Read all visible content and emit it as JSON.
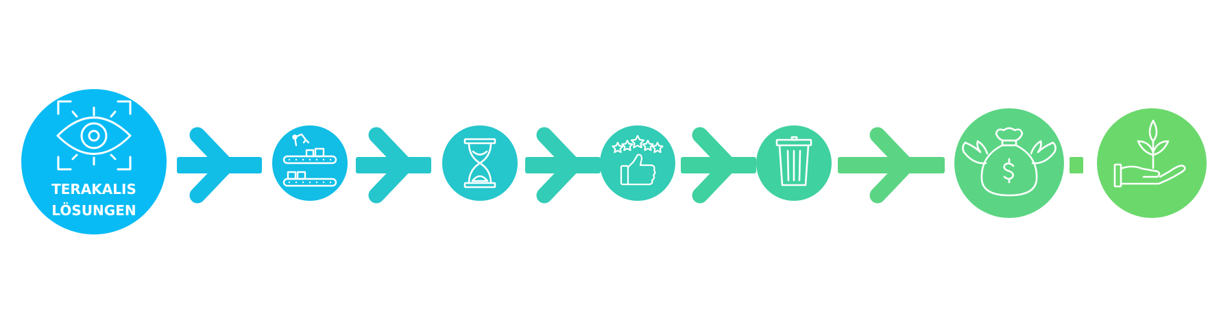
{
  "diagram": {
    "start_label": {
      "line1": "TERAKALIS",
      "line2": "LÖSUNGEN"
    },
    "nodes": [
      {
        "id": "start",
        "icon": "eye-focus-icon",
        "color": "#08bbf5"
      },
      {
        "id": "production",
        "icon": "conveyor-belt-robot-icon",
        "color": "#12bde6"
      },
      {
        "id": "time",
        "icon": "hourglass-icon",
        "color": "#25c6cc"
      },
      {
        "id": "rating",
        "icon": "thumbs-up-stars-icon",
        "color": "#33ccb6"
      },
      {
        "id": "waste",
        "icon": "trash-can-icon",
        "color": "#3fd19f"
      },
      {
        "id": "savings",
        "icon": "money-bag-wings-icon",
        "color": "#5bd584"
      },
      {
        "id": "sustainability",
        "icon": "plant-in-hand-icon",
        "color": "#6bd86c"
      }
    ],
    "connector_colors": [
      "#12bde6",
      "#25c6cc",
      "#33ccb6",
      "#3fd19f",
      "#5bd584",
      "#6bd86c"
    ]
  }
}
